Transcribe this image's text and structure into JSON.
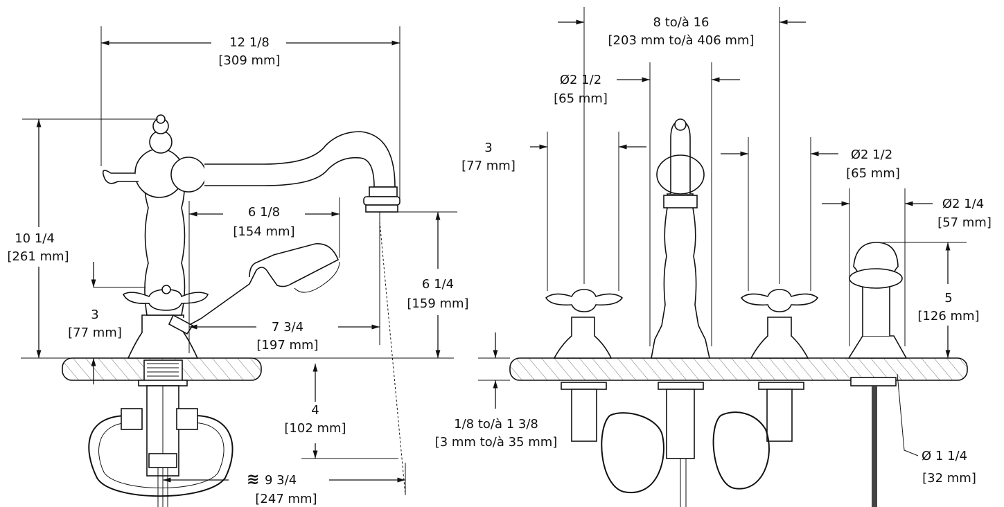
{
  "dimensions": {
    "left_width": [
      "12 1/8",
      "[309 mm]"
    ],
    "left_height": [
      "10 1/4",
      "[261 mm]"
    ],
    "handle_span": [
      "6 1/8",
      "[154 mm]"
    ],
    "spout_height": [
      "6 1/4",
      "[159 mm]"
    ],
    "base_height": [
      "3",
      "[77 mm]"
    ],
    "spray_reach": [
      "7 3/4",
      "[197 mm]"
    ],
    "below_deck": [
      "4",
      "[102 mm]"
    ],
    "hose_reach_symbol": "≋",
    "hose_reach": [
      "9 3/4",
      "[247 mm]"
    ],
    "spread": [
      "8 to/à 16",
      "[203 mm to/à 406 mm]"
    ],
    "spout_dia": [
      "Ø2 1/2",
      "[65 mm]"
    ],
    "handle_height": [
      "3",
      "[77 mm]"
    ],
    "handle_dia": [
      "Ø2 1/2",
      "[65 mm]"
    ],
    "spray_dia": [
      "Ø2 1/4",
      "[57 mm]"
    ],
    "spray_height": [
      "5",
      "[126 mm]"
    ],
    "deck_thickness": [
      "1/8 to/à 1 3/8",
      "[3 mm to/à 35 mm]"
    ],
    "hole_dia": [
      "Ø 1 1/4",
      "[32 mm]"
    ]
  }
}
